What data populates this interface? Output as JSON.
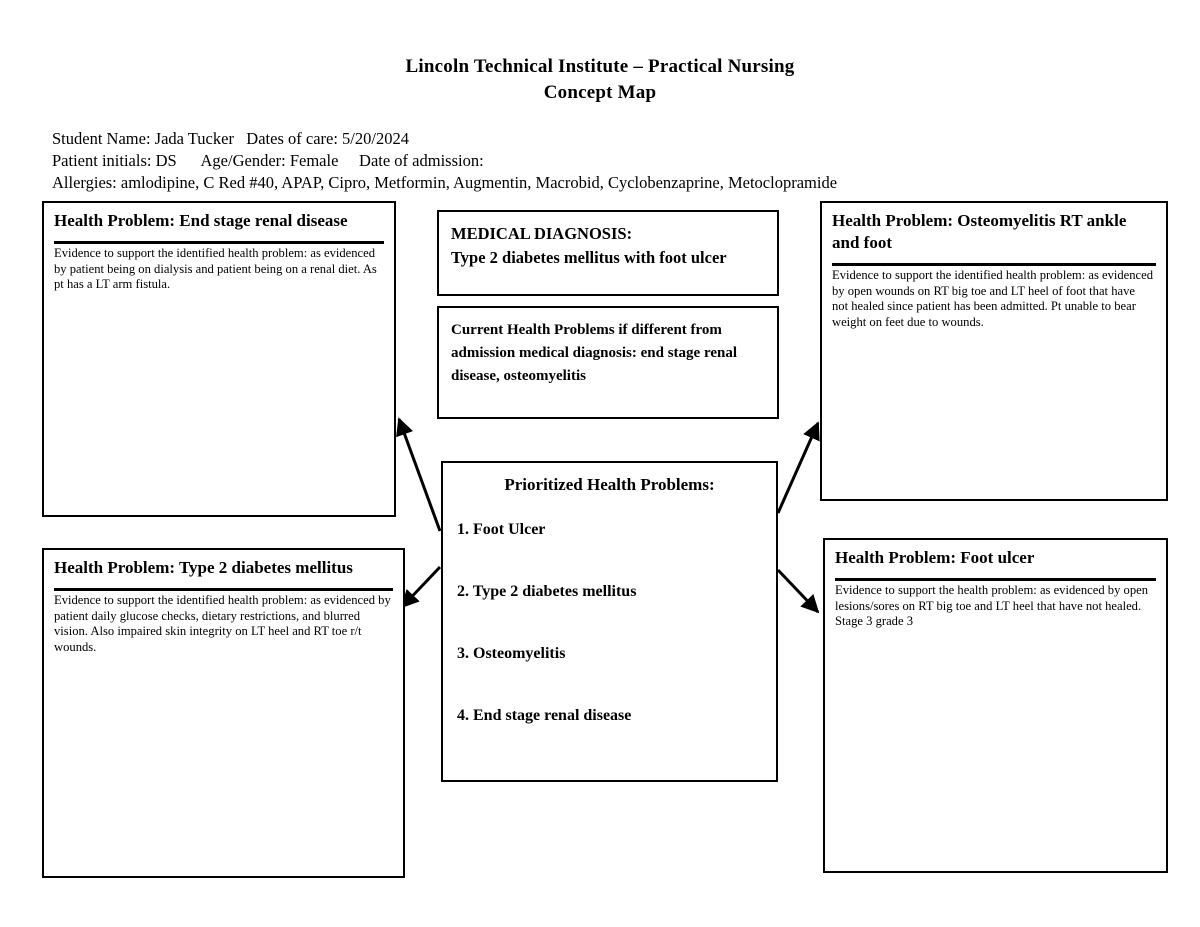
{
  "document": {
    "title_line1": "Lincoln Technical Institute – Practical Nursing",
    "title_line2": "Concept Map"
  },
  "meta": {
    "row1": "Student Name: Jada Tucker   Dates of care: 5/20/2024",
    "row2": "Patient initials: DS      Age/Gender: Female     Date of admission:",
    "row3": "Allergies: amlodipine, C Red #40, APAP, Cipro, Metformin, Augmentin, Macrobid, Cyclobenzaprine, Metoclopramide"
  },
  "boxes": {
    "esrd": {
      "title": "Health Problem: End stage renal disease",
      "evidence": "Evidence to support the identified health problem: as evidenced by patient being on dialysis and patient being on a renal diet. As pt has a LT arm fistula."
    },
    "t2dm": {
      "title": "Health Problem: Type 2 diabetes mellitus",
      "evidence": "Evidence to support the identified health problem: as evidenced by patient daily glucose checks, dietary restrictions, and blurred vision. Also impaired skin integrity on LT heel and RT toe r/t wounds."
    },
    "osteomyelitis": {
      "title": "Health Problem: Osteomyelitis RT ankle and foot",
      "evidence": "Evidence to support the identified health problem: as evidenced by open wounds on RT big toe and LT heel of foot that have not healed since patient has been admitted. Pt unable to bear weight on feet due to wounds."
    },
    "foot_ulcer": {
      "title": "Health Problem: Foot ulcer",
      "evidence": "Evidence to support the health problem: as evidenced by open lesions/sores on RT big toe and LT heel that have not healed. Stage 3 grade 3"
    },
    "medical_diagnosis": {
      "label": "MEDICAL DIAGNOSIS:",
      "value": "Type 2 diabetes mellitus with foot ulcer"
    },
    "current_health_problems": {
      "text": "Current Health Problems if different from admission medical diagnosis: end stage renal disease, osteomyelitis"
    },
    "prioritized": {
      "title": "Prioritized Health Problems:",
      "items": [
        "1. Foot Ulcer",
        "2. Type 2 diabetes mellitus",
        "3. Osteomyelitis",
        "4. End stage renal disease"
      ]
    }
  },
  "colors": {
    "ink": "#000000",
    "paper": "#ffffff"
  }
}
